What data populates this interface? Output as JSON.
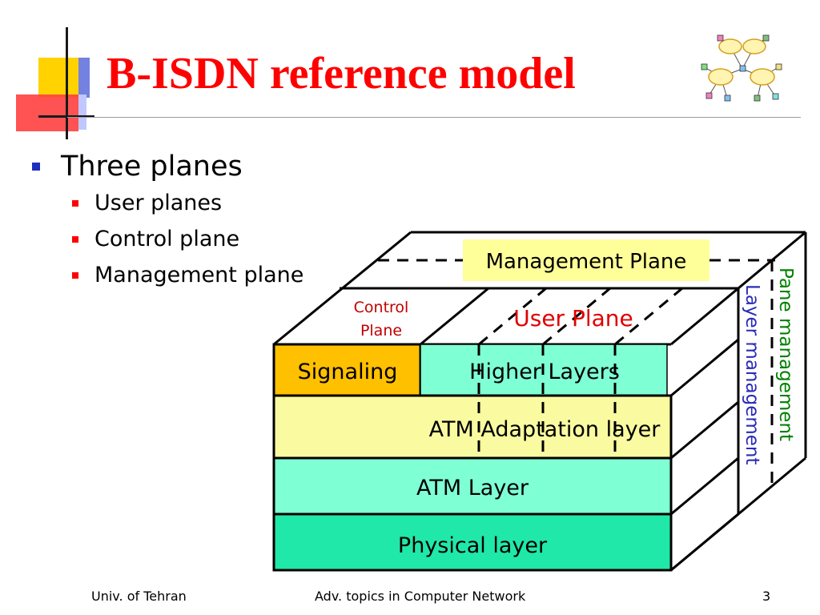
{
  "title": "B-ISDN reference model",
  "bullets": {
    "main": "Three planes",
    "sub": [
      "User planes",
      "Control plane",
      "Management plane"
    ]
  },
  "diagram": {
    "management_plane": "Management Plane",
    "control_plane_line1": "Control",
    "control_plane_line2": "Plane",
    "user_plane": "User Plane",
    "signaling": "Signaling",
    "higher_layers": "Higher Layers",
    "atm_adaptation": "ATM Adaptation layer",
    "atm_layer": "ATM Layer",
    "physical_layer": "Physical layer",
    "layer_management": "Layer management",
    "plane_management": "Pane management",
    "colors": {
      "title": "#ff0000",
      "signaling": "#ffc000",
      "higher_layers": "#7fffd4",
      "aal": "#fafaa0",
      "atm_layer": "#7fffd4",
      "physical_layer": "#20e8a8",
      "management_box": "#ffff99",
      "control_text": "#c00000",
      "user_text": "#e00000",
      "layer_mgmt_text": "#2b2bb8",
      "plane_mgmt_text": "#008000"
    }
  },
  "footer": {
    "left": "Univ. of Tehran",
    "center": "Adv. topics in Computer Network",
    "right": "3"
  },
  "icons": {
    "network": "network-cloud-icon"
  }
}
